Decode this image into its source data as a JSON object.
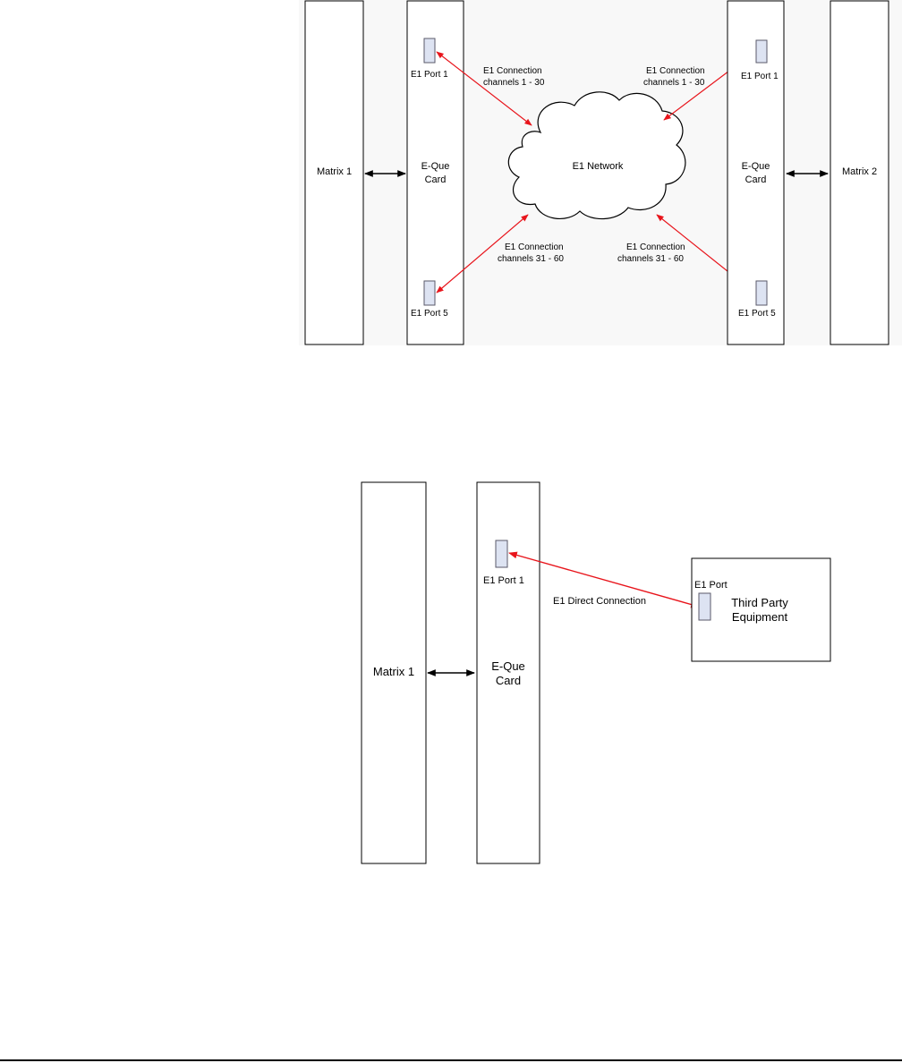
{
  "colors": {
    "connection": "#e8141b",
    "link": "#000000",
    "port_fill": "#dde3f2",
    "box_stroke": "#000000"
  },
  "diagram1": {
    "matrix_left": "Matrix 1",
    "card_left": [
      "E-Que",
      "Card"
    ],
    "port_left_top": "E1 Port 1",
    "port_left_bottom": "E1 Port 5",
    "cloud": "E1 Network",
    "conn_top_left": [
      "E1 Connection",
      "channels 1 - 30"
    ],
    "conn_top_right": [
      "E1 Connection",
      "channels 1 - 30"
    ],
    "conn_bottom_left": [
      "E1 Connection",
      "channels 31 - 60"
    ],
    "conn_bottom_right": [
      "E1 Connection",
      "channels 31 - 60"
    ],
    "card_right": [
      "E-Que",
      "Card"
    ],
    "port_right_top": "E1 Port 1",
    "port_right_bottom": "E1 Port 5",
    "matrix_right": "Matrix 2"
  },
  "diagram2": {
    "matrix": "Matrix 1",
    "card": [
      "E-Que",
      "Card"
    ],
    "port": "E1 Port 1",
    "connection": "E1 Direct Connection",
    "equipment_port": "E1 Port",
    "equipment": [
      "Third Party",
      "Equipment"
    ]
  }
}
